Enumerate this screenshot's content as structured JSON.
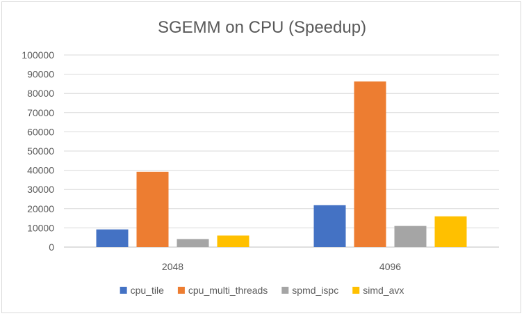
{
  "chart_data": {
    "type": "bar",
    "title": "SGEMM on CPU (Speedup)",
    "xlabel": "",
    "ylabel": "",
    "categories": [
      "2048",
      "4096"
    ],
    "ylim": [
      0,
      100000
    ],
    "yticks": [
      0,
      10000,
      20000,
      30000,
      40000,
      50000,
      60000,
      70000,
      80000,
      90000,
      100000
    ],
    "grid": true,
    "legend_position": "bottom",
    "series": [
      {
        "name": "cpu_tile",
        "color": "#4472c4",
        "values": [
          9200,
          21800
        ]
      },
      {
        "name": "cpu_multi_threads",
        "color": "#ed7d31",
        "values": [
          39200,
          86200
        ]
      },
      {
        "name": "spmd_ispc",
        "color": "#a5a5a5",
        "values": [
          4200,
          11000
        ]
      },
      {
        "name": "simd_avx",
        "color": "#ffc000",
        "values": [
          6000,
          16000
        ]
      }
    ]
  }
}
